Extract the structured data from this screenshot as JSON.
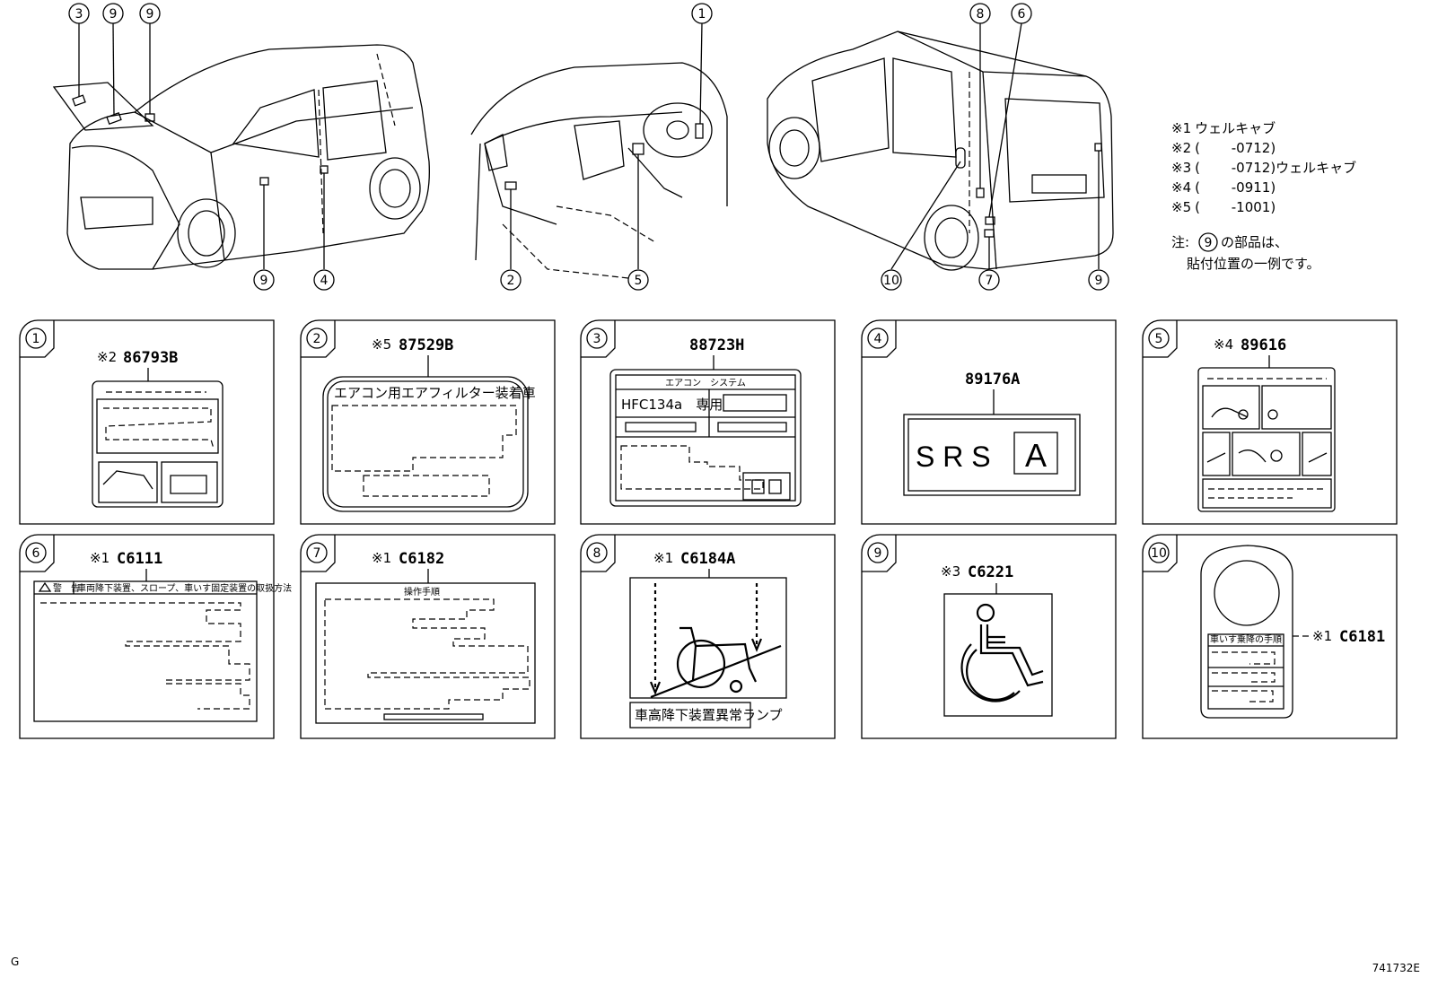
{
  "callouts_top": {
    "car1": [
      "3",
      "9",
      "9",
      "9",
      "4"
    ],
    "dash": [
      "1",
      "2",
      "5"
    ],
    "car2": [
      "8",
      "6",
      "10",
      "7",
      "9"
    ]
  },
  "notes": {
    "n1_mark": "※1",
    "n1_text": "ウェルキャブ",
    "n2_mark": "※2",
    "n2_text": "(　　 -0712)",
    "n3_mark": "※3",
    "n3_text": "(　　 -0712)ウェルキャブ",
    "n4_mark": "※4",
    "n4_text": "(　　 -0911)",
    "n5_mark": "※5",
    "n5_text": "(　　 -1001)",
    "note_prefix": "注:",
    "note_circle": "9",
    "note_line1": "の部品は、",
    "note_line2": "貼付位置の一例です。"
  },
  "labels": [
    {
      "num": "1",
      "mark": "※2",
      "code": "86793B"
    },
    {
      "num": "2",
      "mark": "※5",
      "code": "87529B",
      "inner_text": "エアコン用エアフィルター装着車"
    },
    {
      "num": "3",
      "mark": "",
      "code": "88723H",
      "inner_title": "エアコン　システム",
      "inner_text": "HFC134a　専用"
    },
    {
      "num": "4",
      "mark": "",
      "code": "89176A",
      "srs": "S R S",
      "srs_box": "A"
    },
    {
      "num": "5",
      "mark": "※4",
      "code": "89616"
    },
    {
      "num": "6",
      "mark": "※1",
      "code": "C6111",
      "inner_text": "警　告",
      "inner_sub": "車両降下装置、スロープ、車いす固定装置の取扱方法"
    },
    {
      "num": "7",
      "mark": "※1",
      "code": "C6182",
      "inner_title": "操作手順"
    },
    {
      "num": "8",
      "mark": "※1",
      "code": "C6184A",
      "inner_text": "車高降下装置異常ランプ"
    },
    {
      "num": "9",
      "mark": "※3",
      "code": "C6221"
    },
    {
      "num": "10",
      "mark": "※1",
      "code": "C6181",
      "inner_title": "車いす乗降の手順"
    }
  ],
  "footer": {
    "left": "G",
    "right": "741732E"
  }
}
